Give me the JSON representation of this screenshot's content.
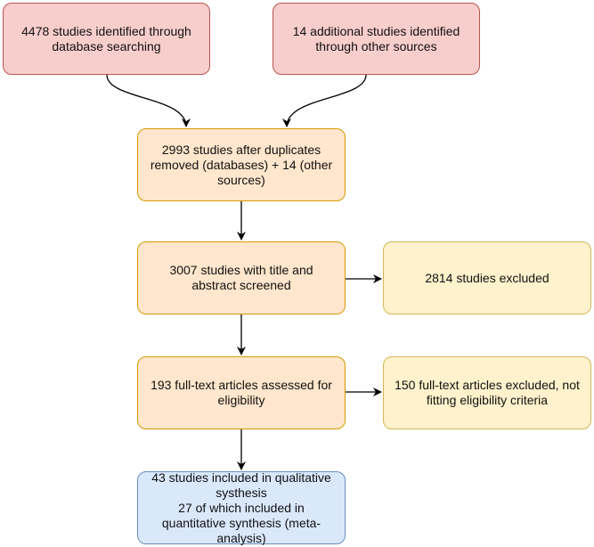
{
  "boxes": {
    "db_search": "4478 studies identified through database searching",
    "other_sources": "14 additional studies identified through other sources",
    "after_duplicates": "2993 studies after duplicates removed (databases) + 14 (other sources)",
    "screened": "3007 studies with title and abstract screened",
    "excluded": "2814 studies excluded",
    "fulltext": "193 full-text articles assessed for eligibility",
    "fulltext_excluded": "150 full-text articles excluded, not fitting eligibility criteria",
    "included": "43 studies included in qualitative systhesis\n27 of which included in quantitative synthesis (meta-analysis)"
  },
  "colors": {
    "identification_fill": "#f8cecc",
    "process_fill": "#ffe6cc",
    "excluded_fill": "#fff2cc",
    "included_fill": "#dae8fc",
    "arrow": "#000000"
  }
}
